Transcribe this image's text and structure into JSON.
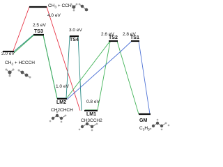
{
  "energies": {
    "reactant": "2.0 eV",
    "channel_ch2": "4.0 eV",
    "ts3": "2.5 eV",
    "ts4": "3.0 eV",
    "ts2": "2.6 eV",
    "ts1": "2.8 eV",
    "lm2": "1.0 eV",
    "lm1": "0.8 eV"
  },
  "labels": {
    "reactant": "CH",
    "reactant_sub": "3",
    "reactant_tail": " + HCCCH",
    "channel_a": "CH",
    "channel_a_sub": "3",
    "channel_b": " + CCH",
    "channel_b_sub": "2",
    "ts3": "TS3",
    "ts4": "TS4",
    "ts2": "TS2",
    "ts1": "TS1",
    "lm2": "LM2",
    "lm1": "LM1",
    "gm": "GM",
    "lm2_species": "CH2CHCH",
    "lm1_species": "CH3CCH2",
    "gm_species_a": "C",
    "gm_species_sub1": "3",
    "gm_species_b": "H",
    "gm_species_sub2": "5"
  },
  "colors": {
    "red_path": "#e8394a",
    "teal_path": "#2a8a84",
    "green_path": "#44b45a",
    "blue_path": "#4f73d6",
    "level": "#111111"
  },
  "icons": [
    "methyl-molecule-icon",
    "acetylene-molecule-icon",
    "ch2-molecule-icon",
    "allyl-radical-icon",
    "propenyl-radical-icon",
    "propyl-molecule-icon"
  ]
}
